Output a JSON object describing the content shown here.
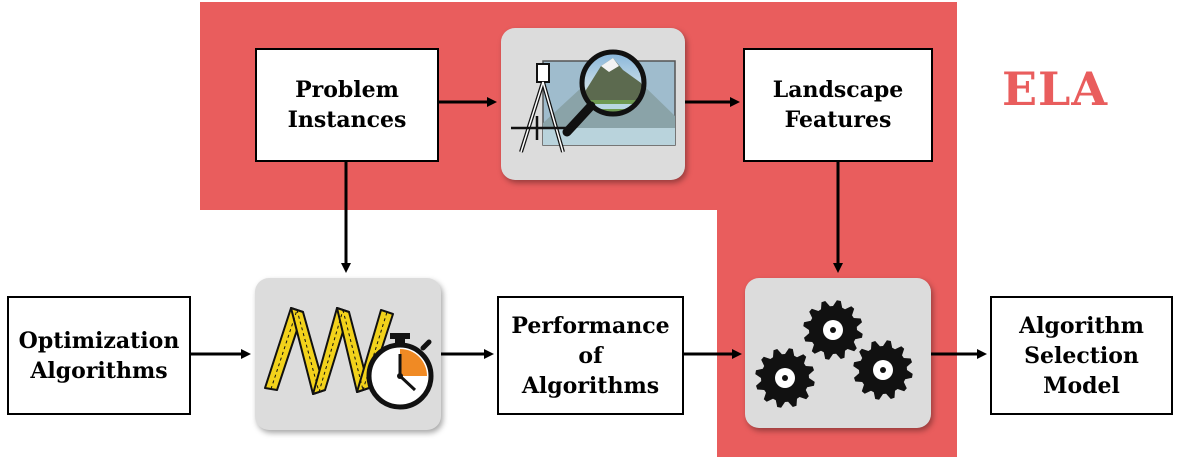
{
  "colors": {
    "ela_region": "#e95d5d",
    "box_border": "#000000",
    "icon_box_bg": "#dcdcdc",
    "stopwatch_accent": "#f08a24",
    "ruler_yellow": "#f2d21b"
  },
  "region_label": "ELA",
  "boxes": {
    "problem_instances": [
      "Problem",
      "Instances"
    ],
    "landscape_features": [
      "Landscape",
      "Features"
    ],
    "optimization_algorithms": [
      "Optimization",
      "Algorithms"
    ],
    "performance": [
      "Performance",
      "of",
      "Algorithms"
    ],
    "selection_model": [
      "Algorithm",
      "Selection",
      "Model"
    ]
  },
  "icons": {
    "analysis": "compass-magnifier-landscape-icon",
    "benchmark": "folding-ruler-stopwatch-icon",
    "learning": "gears-icon"
  }
}
